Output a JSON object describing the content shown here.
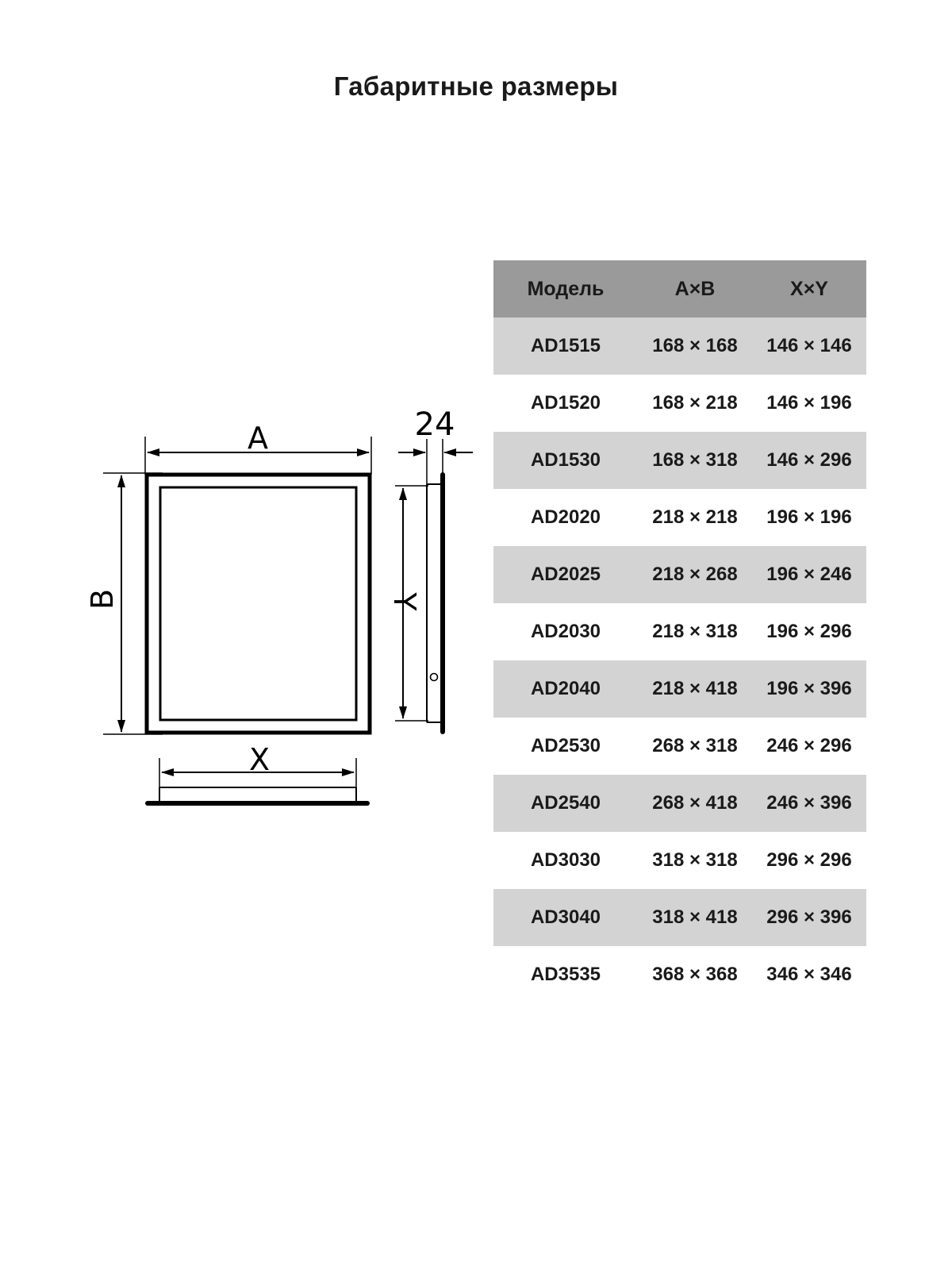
{
  "title": "Габаритные размеры",
  "diagram": {
    "labels": {
      "a": "A",
      "b": "B",
      "x": "X",
      "y": "Y",
      "depth": "24"
    }
  },
  "table": {
    "headers": [
      "Модель",
      "A×B",
      "X×Y"
    ],
    "rows": [
      [
        "AD1515",
        "168 × 168",
        "146 × 146"
      ],
      [
        "AD1520",
        "168 × 218",
        "146 × 196"
      ],
      [
        "AD1530",
        "168 × 318",
        "146 × 296"
      ],
      [
        "AD2020",
        "218 × 218",
        "196 × 196"
      ],
      [
        "AD2025",
        "218 × 268",
        "196 × 246"
      ],
      [
        "AD2030",
        "218 × 318",
        "196 × 296"
      ],
      [
        "AD2040",
        "218 × 418",
        "196 × 396"
      ],
      [
        "AD2530",
        "268 × 318",
        "246 × 296"
      ],
      [
        "AD2540",
        "268 × 418",
        "246 × 396"
      ],
      [
        "AD3030",
        "318 × 318",
        "296 × 296"
      ],
      [
        "AD3040",
        "318 × 418",
        "296 × 396"
      ],
      [
        "AD3535",
        "368 × 368",
        "346 × 346"
      ]
    ]
  },
  "colors": {
    "header_bg": "#9a9a9a",
    "stripe_bg": "#d3d3d3",
    "line": "#000000"
  }
}
